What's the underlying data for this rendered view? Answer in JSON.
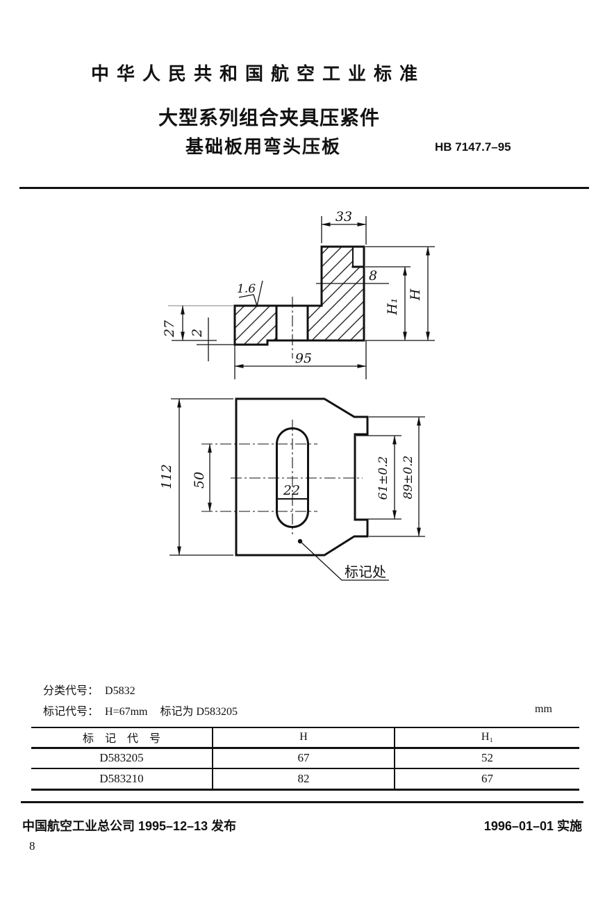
{
  "page": {
    "background": "#ffffff",
    "ink": "#111111"
  },
  "header": {
    "national_standard_title": "中华人民共和国航空工业标准",
    "doc_title_line1": "大型系列组合夹具压紧件",
    "doc_title_line2": "基础板用弯头压板",
    "standard_number": "HB 7147.7–95"
  },
  "drawing": {
    "section_view": {
      "dim_top_width": "33",
      "dim_step": "8",
      "roughness": "1.6",
      "dim_left_height": "27",
      "dim_heel": "2",
      "dim_bottom_width": "95",
      "dim_h1": "H₁",
      "dim_h": "H"
    },
    "plan_view": {
      "dim_overall_length": "112",
      "dim_slot_length": "50",
      "dim_slot_width": "22",
      "dim_tab_height": "61±0.2",
      "dim_tab_overall": "89±0.2",
      "marking_note": "标记处"
    }
  },
  "spec": {
    "classification_label": "分类代号：",
    "classification_value": "D5832",
    "marking_label": "标记代号：",
    "marking_example": "H=67mm",
    "marking_result": "标记为 D583205",
    "unit": "mm"
  },
  "table": {
    "col_headers": [
      "标　记　代　号",
      "H",
      "H₁"
    ],
    "rows": [
      [
        "D583205",
        "67",
        "52"
      ],
      [
        "D583210",
        "82",
        "67"
      ]
    ]
  },
  "footer": {
    "publisher_line": "中国航空工业总公司 1995–12–13 发布",
    "implementation_line": "1996–01–01 实施",
    "page_number": "8"
  }
}
